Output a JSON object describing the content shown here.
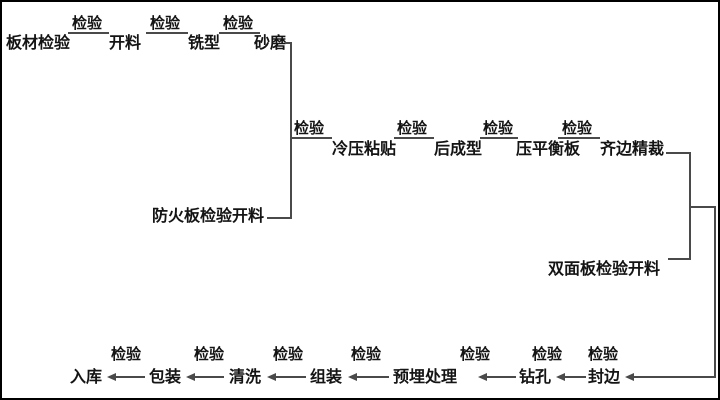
{
  "figure": {
    "type": "process-flow-diagram",
    "inspection_label": "检验",
    "top_row": {
      "source": "板材检验",
      "steps": [
        "开料",
        "铣型",
        "砂磨"
      ]
    },
    "middle_row": {
      "steps": [
        "冷压粘贴",
        "后成型",
        "压平衡板",
        "齐边精裁"
      ]
    },
    "feeder_top": "防火板检验开料",
    "feeder_right": "双面板检验开料",
    "bottom_row": {
      "flow_direction": "right-to-left",
      "steps": [
        "入库",
        "包装",
        "清洗",
        "组装",
        "预埋处理",
        "钻孔",
        "封边"
      ]
    },
    "colors": {
      "line": "#4a4a4a",
      "text": "#141414",
      "background": "#ffffff",
      "border": "#000000"
    }
  }
}
